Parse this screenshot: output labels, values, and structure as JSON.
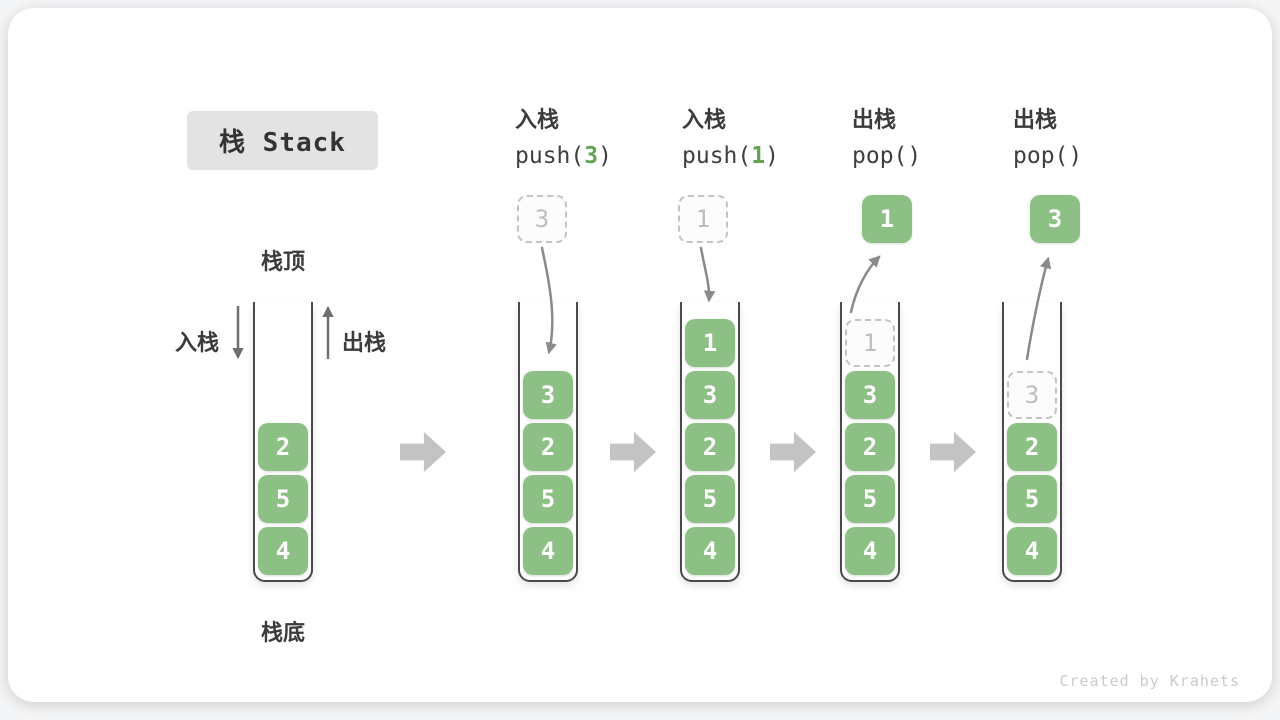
{
  "title": "栈 Stack",
  "side_labels": {
    "top": "栈顶",
    "bottom": "栈底",
    "push": "入栈",
    "pop": "出栈"
  },
  "operations": [
    {
      "label": "入栈",
      "fn": "push(",
      "arg": "3",
      "close": ")"
    },
    {
      "label": "入栈",
      "fn": "push(",
      "arg": "1",
      "close": ")"
    },
    {
      "label": "出栈",
      "fn": "pop(",
      "arg": "",
      "close": ")"
    },
    {
      "label": "出栈",
      "fn": "pop(",
      "arg": "",
      "close": ")"
    }
  ],
  "stacks": [
    {
      "items": [
        "2",
        "5",
        "4"
      ]
    },
    {
      "floating": "3",
      "items": [
        "3",
        "2",
        "5",
        "4"
      ]
    },
    {
      "floating": "1",
      "items": [
        "1",
        "3",
        "2",
        "5",
        "4"
      ]
    },
    {
      "floating": "1",
      "ghost": "1",
      "items": [
        "3",
        "2",
        "5",
        "4"
      ]
    },
    {
      "floating": "3",
      "ghost": "3",
      "items": [
        "2",
        "5",
        "4"
      ]
    }
  ],
  "watermark": "Created by Krahets",
  "colors": {
    "box_green": "#8dc084",
    "arg_green": "#64a253",
    "ghost_gray": "#bdbdbd",
    "block_arrow_gray": "#c3c3c3",
    "curve_arrow_gray": "#8a8a8a",
    "container_border": "#4a4a4a",
    "title_bg": "#e3e3e3"
  }
}
